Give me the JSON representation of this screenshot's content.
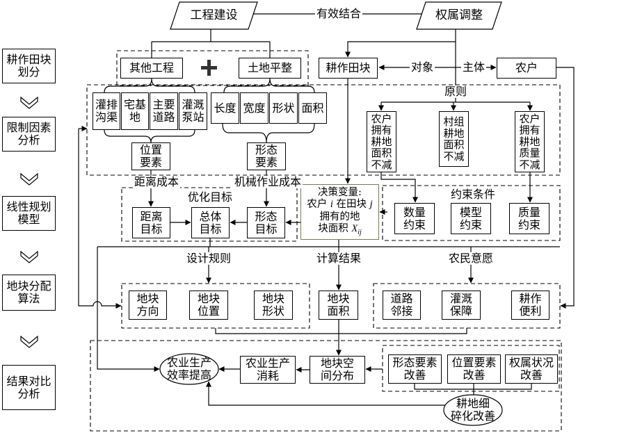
{
  "process_steps": [
    "耕作田块\n划分",
    "限制因素\n分析",
    "线性规划\n模型",
    "地块分配\n算法",
    "结果对比\n分析"
  ],
  "top": {
    "engineering": "工程建设",
    "combine": "有效结合",
    "ownership": "权属调整"
  },
  "engineering_group": {
    "other": "其他工程",
    "land_leveling": "土地平整",
    "other_items": [
      "灌排\n沟渠",
      "宅基\n地",
      "主要\n道路",
      "灌溉\n泵站"
    ],
    "land_items": [
      "长度",
      "宽度",
      "形状",
      "面积"
    ],
    "location_factor": "位置\n要素",
    "shape_factor": "形态\n要素"
  },
  "field_block": "耕作田块",
  "object_label": "对象",
  "subject_label": "主体",
  "farmer": "农户",
  "principles": {
    "title": "原则",
    "items": [
      "农户\n拥有\n耕地\n面积\n不减",
      "村组\n耕地\n面积\n不减",
      "农户\n拥有\n耕地\n质量\n不减"
    ]
  },
  "costs": {
    "distance": "距离成本",
    "machinery": "机械作业成本"
  },
  "optimization": {
    "title": "优化目标",
    "distance": "距离\n目标",
    "overall": "总体\n目标",
    "shape": "形态\n目标"
  },
  "decision": {
    "label": "决策变量:",
    "l2a": "农户",
    "i": "i",
    "l2b": "在田块",
    "j": "j",
    "l3": "拥有的地",
    "l4": "块面积",
    "X": "X",
    "sub": "ij"
  },
  "constraints": {
    "title": "约束条件",
    "items": [
      "数量\n约束",
      "模型\n约束",
      "质量\n约束"
    ]
  },
  "branches": {
    "design": "设计规则",
    "result": "计算结果",
    "wishes": "农民意愿"
  },
  "design_items": [
    "地块\n方向",
    "地块\n位置",
    "地块\n形状"
  ],
  "parcel_area": "地块\n面积",
  "wish_items": [
    "道路\n邻接",
    "灌溉\n保障",
    "耕作\n便利"
  ],
  "outcomes": {
    "efficiency": "农业生产\n效率提高",
    "consumption": "农业生产\n消耗",
    "spatial": "地块空\n间分布",
    "improvements": [
      "形态要素\n改善",
      "位置要素\n改善",
      "权属状况\n改善"
    ],
    "fragmentation": "耕地细\n碎化改善"
  },
  "colors": {
    "line": "#000000",
    "decision_border": "#7a7a52",
    "background": "#ffffff"
  }
}
